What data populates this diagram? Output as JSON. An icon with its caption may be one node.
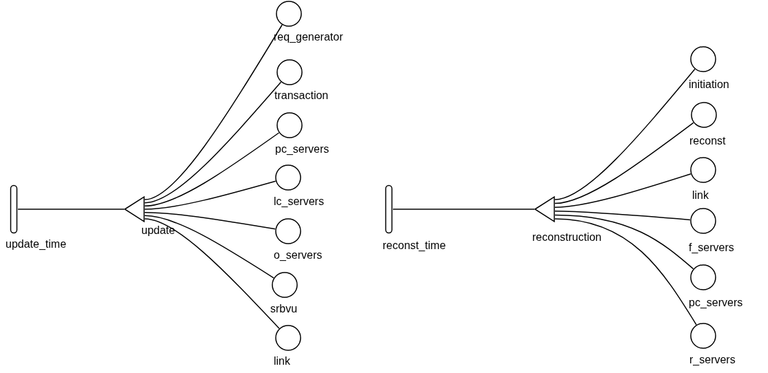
{
  "diagram": {
    "nodes": [
      {
        "text": [
          "update_time"
        ]
      },
      {
        "text": [
          "update"
        ]
      },
      {
        "text": [
          "req_generator"
        ]
      },
      {
        "text": [
          "transaction"
        ]
      },
      {
        "text": [
          "pc_servers"
        ]
      },
      {
        "text": [
          "lc_servers"
        ]
      },
      {
        "text": [
          "o_servers"
        ]
      },
      {
        "text": [
          "srbvu"
        ]
      },
      {
        "text": [
          "link"
        ]
      },
      {
        "text": [
          "reconst_time"
        ]
      },
      {
        "text": [
          "reconstruction"
        ]
      },
      {
        "text": [
          "initiation"
        ]
      },
      {
        "text": [
          "reconst"
        ]
      },
      {
        "text": [
          "link"
        ]
      },
      {
        "text": [
          "f_servers"
        ]
      },
      {
        "text": [
          "pc_servers"
        ]
      },
      {
        "text": [
          "r_servers"
        ]
      }
    ],
    "edges": [
      {
        "from": 0,
        "to": 1,
        "arrow": "none"
      },
      {
        "from": 2,
        "to": 1,
        "arrow": "none"
      },
      {
        "from": 3,
        "to": 1,
        "arrow": "none"
      },
      {
        "from": 4,
        "to": 1,
        "arrow": "none"
      },
      {
        "from": 5,
        "to": 1,
        "arrow": "none"
      },
      {
        "from": 6,
        "to": 1,
        "arrow": "none"
      },
      {
        "from": 7,
        "to": 1,
        "arrow": "none"
      },
      {
        "from": 8,
        "to": 1,
        "arrow": "none"
      },
      {
        "from": 9,
        "to": 10,
        "arrow": "none"
      },
      {
        "from": 11,
        "to": 10,
        "arrow": "none"
      },
      {
        "from": 12,
        "to": 10,
        "arrow": "none"
      },
      {
        "from": 13,
        "to": 10,
        "arrow": "none"
      },
      {
        "from": 14,
        "to": 10,
        "arrow": "none"
      },
      {
        "from": 15,
        "to": 10,
        "arrow": "none"
      },
      {
        "from": 16,
        "to": 10,
        "arrow": "none"
      }
    ]
  }
}
